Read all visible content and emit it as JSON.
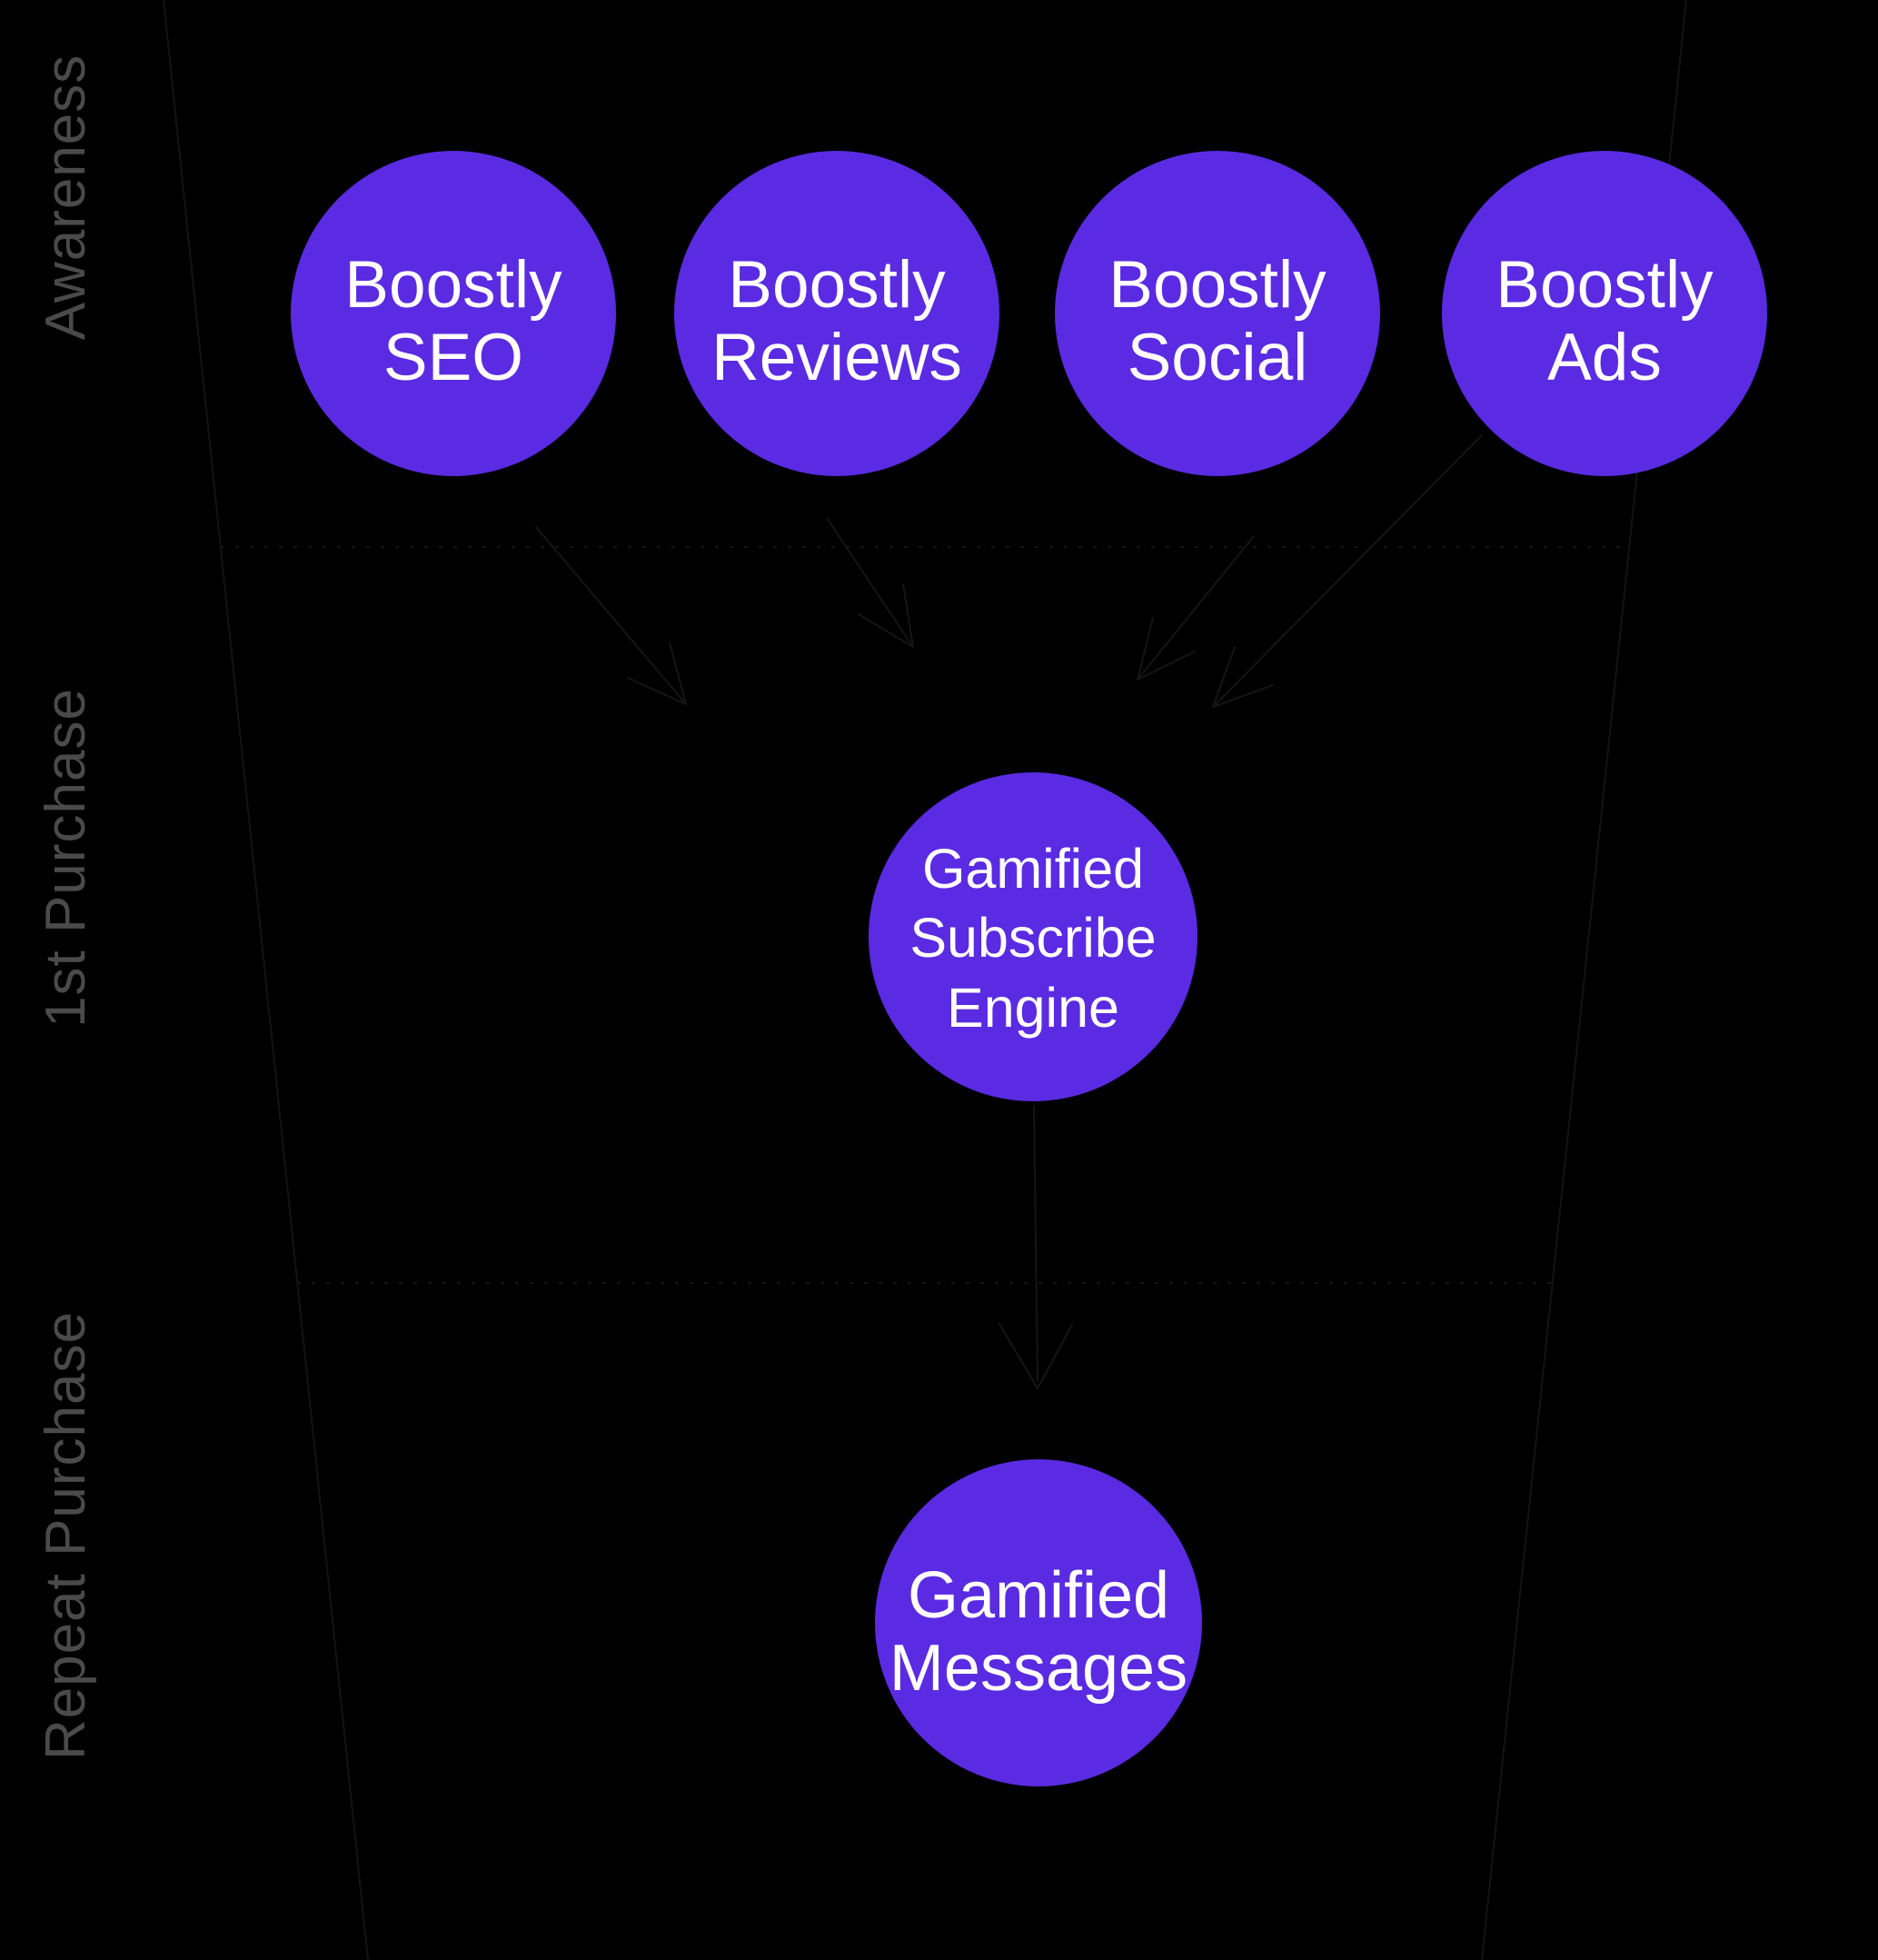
{
  "colors": {
    "background": "#000000",
    "circle_fill": "#5A2BE2",
    "circle_text": "#FFFFFF",
    "stage_label": "#4A4A4A",
    "faint_line": "#151515"
  },
  "stages": {
    "awareness": {
      "label": "Awareness"
    },
    "first_purchase": {
      "label": "1st Purchase"
    },
    "repeat_purchase": {
      "label": "Repeat Purchase"
    }
  },
  "awareness_circles": [
    {
      "line1": "Boostly",
      "line2": "SEO"
    },
    {
      "line1": "Boostly",
      "line2": "Reviews"
    },
    {
      "line1": "Boostly",
      "line2": "Social"
    },
    {
      "line1": "Boostly",
      "line2": "Ads"
    }
  ],
  "subscribe_circle": {
    "line1": "Gamified",
    "line2": "Subscribe",
    "line3": "Engine"
  },
  "messages_circle": {
    "line1": "Gamified",
    "line2": "Messages"
  }
}
